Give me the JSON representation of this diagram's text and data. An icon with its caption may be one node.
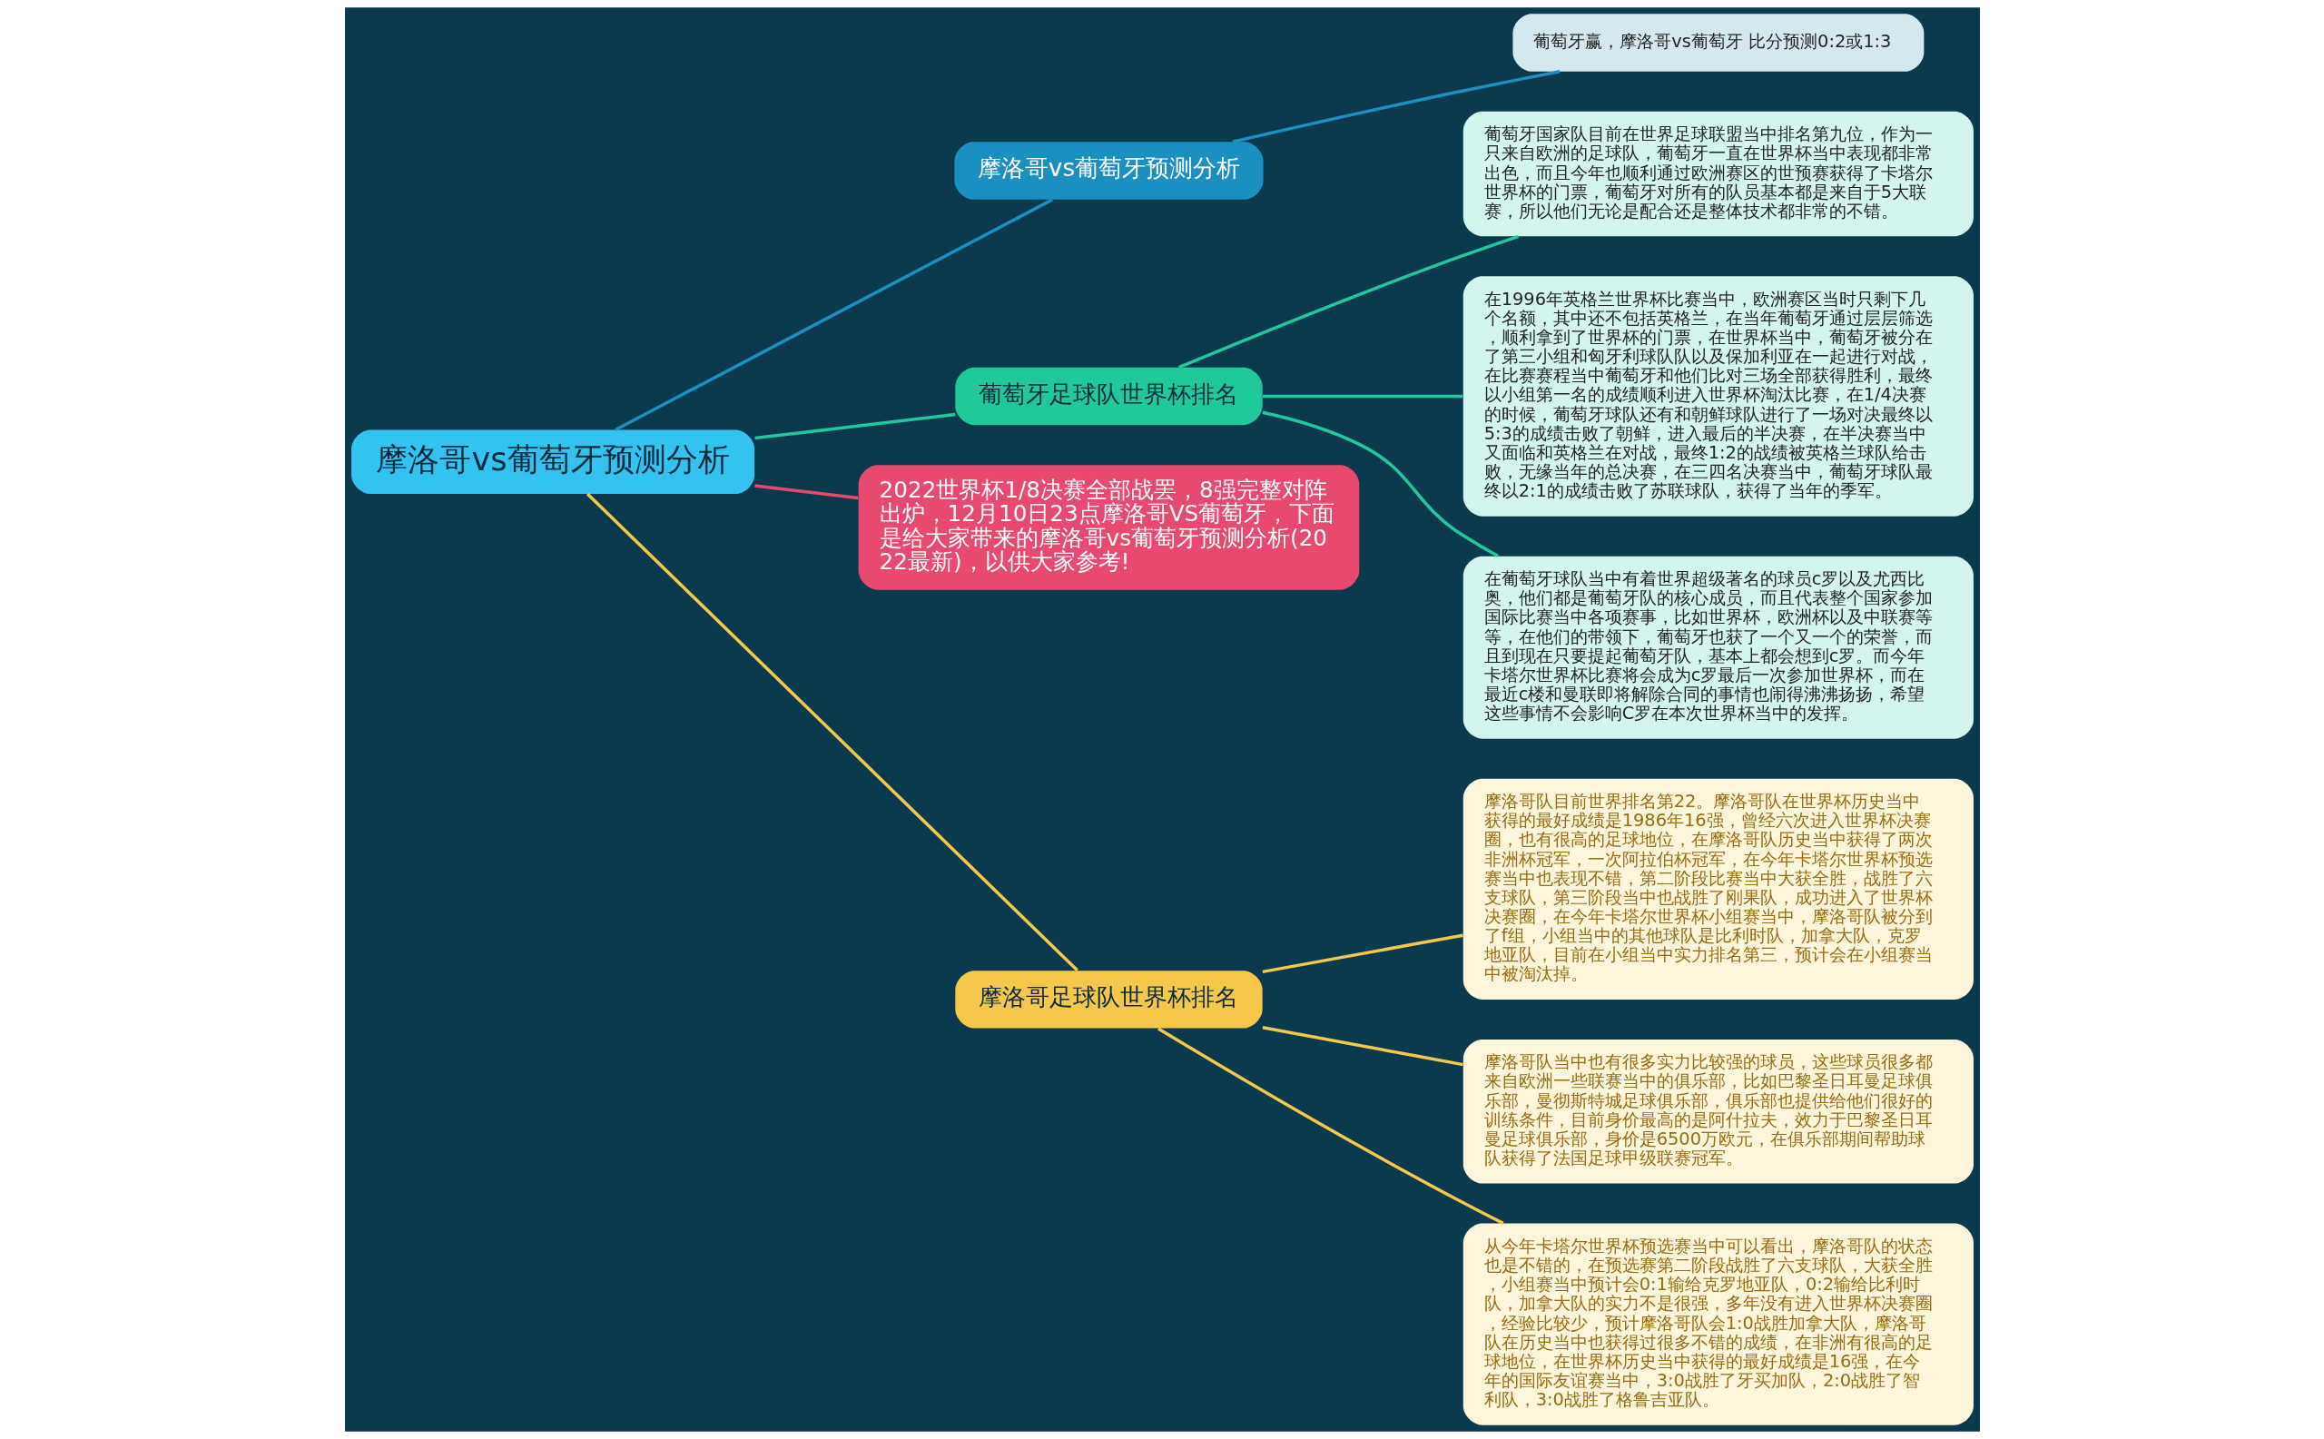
{
  "diagram": {
    "nodes": [
      {
        "text": [
          "摩洛哥vs葡萄牙预测分析"
        ]
      },
      {
        "text": [
          "摩洛哥vs葡萄牙预测分析"
        ]
      },
      {
        "text": [
          "葡萄牙赢，摩洛哥vs葡萄牙 比分预测0:2或1:3"
        ]
      },
      {
        "text": [
          "葡萄牙足球队世界杯排名"
        ]
      },
      {
        "text": [
          "葡萄牙国家队目前在世界足球联盟当中排名第九位，作为一只来自欧洲的足球队，葡萄牙一直在世界杯当中表现都非常出色，而且今年也顺利通过欧洲赛区的世预赛获得了卡塔尔世界杯的门票，葡萄牙对所有的队员基本都是来自于5大联赛，所以他们无论是配合还是整体技术都非常的不错。"
        ]
      },
      {
        "text": [
          "在1996年英格兰世界杯比赛当中，欧洲赛区当时只剩下几个名额，其中还不包括英格兰，在当年葡萄牙通过层层筛选，顺利拿到了世界杯的门票，在世界杯当中，葡萄牙被分在了第三小组和匈牙利球队队以及保加利亚在一起进行对战，在比赛赛程当中葡萄牙和他们比对三场全部获得胜利，最终以小组第一名的成绩顺利进入世界杯淘汰比赛，在1/4决赛的时候，葡萄牙球队还有和朝鲜球队进行了一场对决最终以5:3的成绩击败了朝鲜，进入最后的半决赛，在半决赛当中又面临和英格兰在对战，最终1:2的战绩被英格兰球队给击败，无缘当年的总决赛，在三四名决赛当中，葡萄牙球队最终以2:1的成绩击败了苏联球队，获得了当年的季军。"
        ]
      },
      {
        "text": [
          "在葡萄牙球队当中有着世界超级著名的球员c罗以及尤西比奥，他们都是葡萄牙队的核心成员，而且代表整个国家参加国际比赛当中各项赛事，比如世界杯，欧洲杯以及中联赛等等，在他们的带领下，葡萄牙也获了一个又一个的荣誉，而且到现在只要提起葡萄牙队，基本上都会想到c罗。而今年卡塔尔世界杯比赛将会成为c罗最后一次参加世界杯，而在最近c楼和曼联即将解除合同的事情也闹得沸沸扬扬，希望这些事情不会影响C罗在本次世界杯当中的发挥。"
        ]
      },
      {
        "text": [
          "2022世界杯1/8决赛全部战罢，8强完整对阵出炉，12月10日23点摩洛哥VS葡萄牙，下面是给大家带来的摩洛哥vs葡萄牙预测分析(2022最新)，以供大家参考!"
        ]
      },
      {
        "text": [
          "摩洛哥足球队世界杯排名"
        ]
      },
      {
        "text": [
          "摩洛哥队目前世界排名第22。摩洛哥队在世界杯历史当中获得的最好成绩是1986年16强，曾经六次进入世界杯决赛圈，也有很高的足球地位，在摩洛哥队历史当中获得了两次非洲杯冠军，一次阿拉伯杯冠军，在今年卡塔尔世界杯预选赛当中也表现不错，第二阶段比赛当中大获全胜，战胜了六支球队，第三阶段当中也战胜了刚果队，成功进入了世界杯决赛圈，在今年卡塔尔世界杯小组赛当中，摩洛哥队被分到了f组，小组当中的其他球队是比利时队，加拿大队，克罗地亚队，目前在小组当中实力排名第三，预计会在小组赛当中被淘汰掉。"
        ]
      },
      {
        "text": [
          "摩洛哥队当中也有很多实力比较强的球员，这些球员很多都来自欧洲一些联赛当中的俱乐部，比如巴黎圣日耳曼足球俱乐部，曼彻斯特城足球俱乐部，俱乐部也提供给他们很好的训练条件，目前身价最高的是阿什拉夫，效力于巴黎圣日耳曼足球俱乐部，身价是6500万欧元，在俱乐部期间帮助球队获得了法国足球甲级联赛冠军。"
        ]
      },
      {
        "text": [
          "从今年卡塔尔世界杯预选赛当中可以看出，摩洛哥队的状态也是不错的，在预选赛第二阶段战胜了六支球队，大获全胜，小组赛当中预计会0:1输给克罗地亚队，0:2输给比利时队，加拿大队的实力不是很强，多年没有进入世界杯决赛圈，经验比较少，预计摩洛哥队会1:0战胜加拿大队，摩洛哥队在历史当中也获得过很多不错的成绩，在非洲有很高的足球地位，在世界杯历史当中获得的最好成绩是16强，在今年的国际友谊赛当中，3:0战胜了牙买加队，2:0战胜了智利队，3:0战胜了格鲁吉亚队。"
        ]
      }
    ],
    "edges": [
      {
        "from": 0,
        "to": 1,
        "arrow": "none",
        "color": "#1a8fc0"
      },
      {
        "from": 1,
        "to": 2,
        "arrow": "none",
        "color": "#1a8fc0"
      },
      {
        "from": 0,
        "to": 3,
        "arrow": "none",
        "color": "#1fc99a"
      },
      {
        "from": 3,
        "to": 4,
        "arrow": "none",
        "color": "#1fc99a"
      },
      {
        "from": 3,
        "to": 5,
        "arrow": "none",
        "color": "#1fc99a"
      },
      {
        "from": 3,
        "to": 6,
        "arrow": "none",
        "color": "#1fc99a"
      },
      {
        "from": 0,
        "to": 7,
        "arrow": "none",
        "color": "#e84a6f"
      },
      {
        "from": 0,
        "to": 8,
        "arrow": "none",
        "color": "#f5c84c"
      },
      {
        "from": 8,
        "to": 9,
        "arrow": "none",
        "color": "#f5c84c"
      },
      {
        "from": 8,
        "to": 10,
        "arrow": "none",
        "color": "#f5c84c"
      },
      {
        "from": 8,
        "to": 11,
        "arrow": "none",
        "color": "#f5c84c"
      }
    ]
  }
}
